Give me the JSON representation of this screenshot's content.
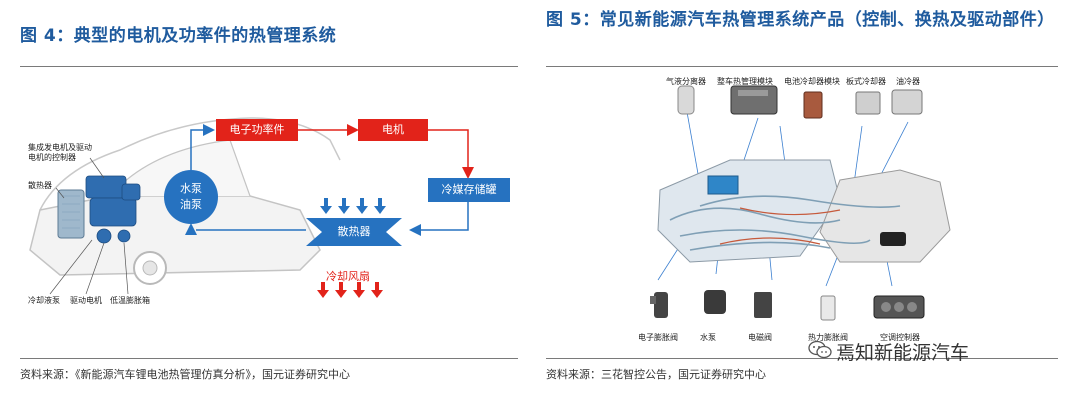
{
  "left": {
    "title": "图 4：典型的电机及功率件的热管理系统",
    "source": "资料来源：《新能源汽车锂电池热管理仿真分析》，国元证券研究中心",
    "car_labels": {
      "controller": "集成发电机及驱动电机的控制器",
      "radiator": "散热器",
      "coolant_pump": "冷却液泵",
      "drive_motor": "驱动电机",
      "expansion_tank": "低温膨胀箱"
    },
    "flow": {
      "power_electronics": "电子功率件",
      "motor": "电机",
      "coolant_tank": "冷媒存储罐",
      "pump_line1": "水泵",
      "pump_line2": "油泵",
      "radiator": "散热器",
      "cooling_fan": "冷却风扇"
    }
  },
  "right": {
    "title": "图 5：常见新能源汽车热管理系统产品（控制、换热及驱动部件）",
    "source": "资料来源：三花智控公告，国元证券研究中心",
    "part_labels": {
      "gas_liquid_separator": "气液分离器",
      "thermal_module": "整车热管理模块",
      "battery_chiller_module": "电池冷却器模块",
      "plate_cooler": "板式冷却器",
      "oil_cooler": "油冷器",
      "electronic_expansion_valve": "电子膨胀阀",
      "water_pump": "水泵",
      "solenoid_valve": "电磁阀",
      "thermal_expansion_valve": "热力膨胀阀",
      "ac_controller": "空调控制器"
    },
    "watermark": "焉知新能源汽车"
  },
  "colors": {
    "title_blue": "#1f5b9e",
    "flow_red": "#e2231a",
    "flow_blue": "#2672c0"
  }
}
